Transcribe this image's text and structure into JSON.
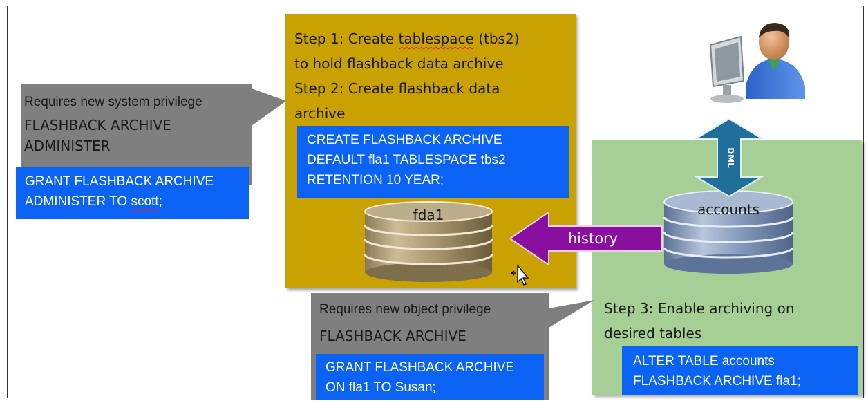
{
  "colors": {
    "gold_panel": "#c9a100",
    "green_panel": "#a6cf96",
    "callout_gray": "#7f7f7f",
    "code_blue": "#0b63f6",
    "history_arrow": "#8b0f9e",
    "dml_arrow": "#1f6f9a"
  },
  "left_callout": {
    "line1": "Requires new system privilege",
    "line2": "FLASHBACK ARCHIVE",
    "line3": "ADMINISTER",
    "code_line1": "GRANT FLASHBACK ARCHIVE",
    "code_line2_prefix": "ADMINISTER TO ",
    "code_line2_user": "scott",
    "code_line2_suffix": ";"
  },
  "step12": {
    "step1_prefix": "Step 1: Create ",
    "step1_word": "tablespace",
    "step1_suffix": " (tbs2)",
    "step1_line2": "to hold flashback data archive",
    "step2_line1": "Step 2: Create flashback data",
    "step2_line2": "archive",
    "code_line1": "CREATE FLASHBACK ARCHIVE",
    "code_line2": "DEFAULT fla1 TABLESPACE tbs2",
    "code_line3": "RETENTION 10 YEAR;"
  },
  "fda_cylinder_label": "fda1",
  "history_label": "history",
  "accounts_cylinder_label": "accounts",
  "dml_label": "DML",
  "step3": {
    "line1": "Step 3: Enable archiving on",
    "line2": "desired tables",
    "code_line1": "ALTER TABLE accounts",
    "code_line2": "FLASHBACK ARCHIVE fla1;"
  },
  "bottom_callout": {
    "line1": "Requires new object privilege",
    "line2": "FLASHBACK ARCHIVE",
    "code_line1": "GRANT FLASHBACK ARCHIVE",
    "code_line2": "ON fla1 TO Susan;"
  },
  "icons": [
    "user-at-computer-icon",
    "move-cursor-icon"
  ]
}
